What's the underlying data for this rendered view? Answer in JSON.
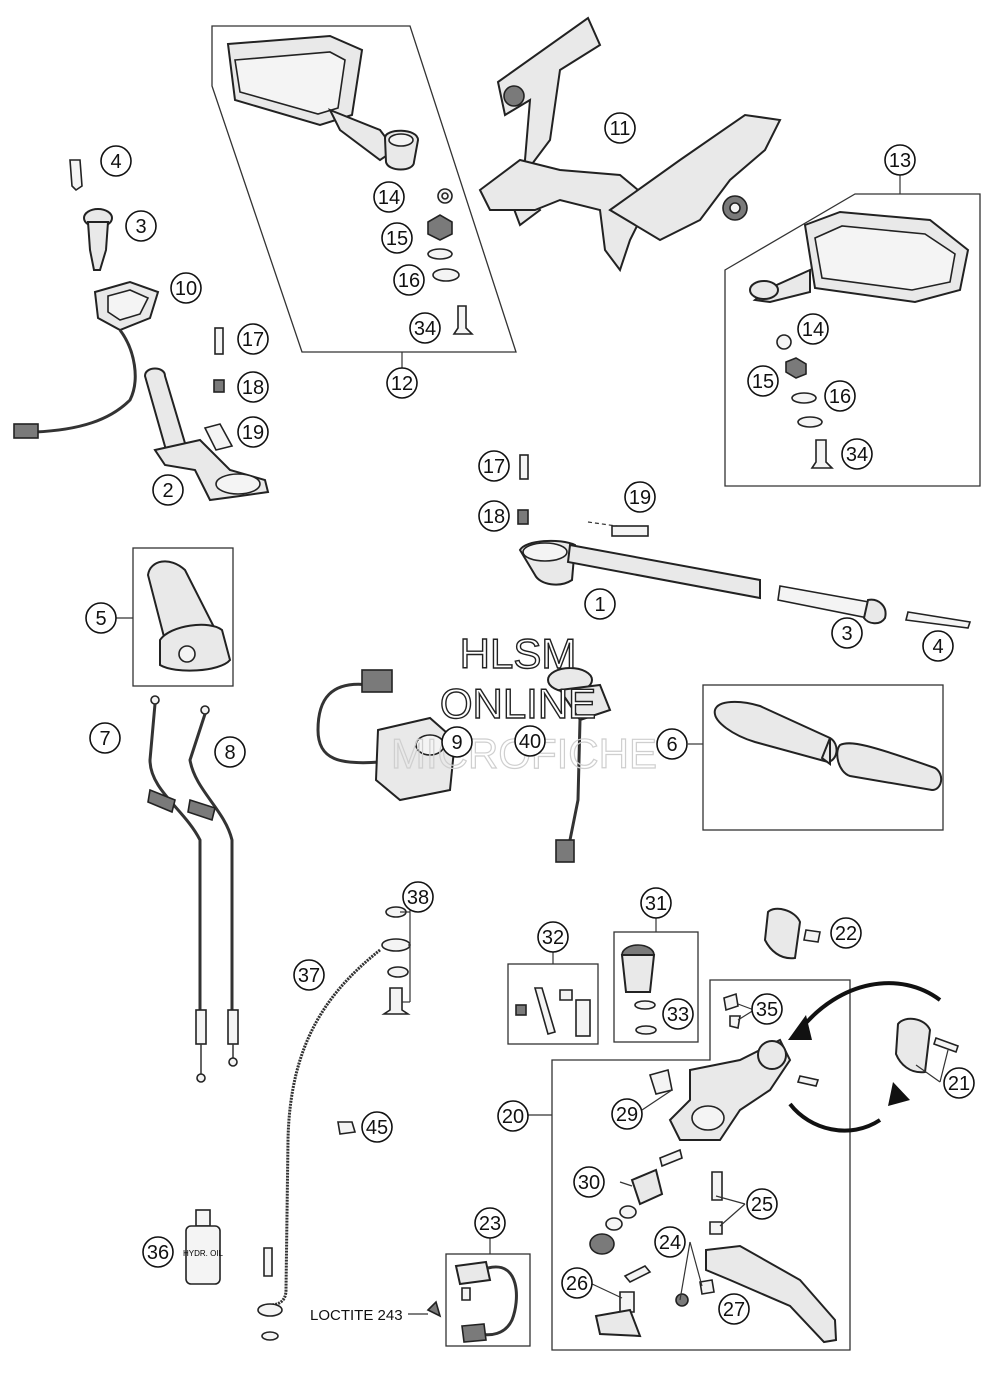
{
  "watermark": {
    "line1": "HLSM",
    "line2": "ONLINE",
    "line3": "MICROFICHE"
  },
  "note": "LOCTITE 243",
  "callouts": [
    {
      "id": "c4a",
      "label": "4"
    },
    {
      "id": "c3a",
      "label": "3"
    },
    {
      "id": "c10",
      "label": "10"
    },
    {
      "id": "c17a",
      "label": "17"
    },
    {
      "id": "c18a",
      "label": "18"
    },
    {
      "id": "c19a",
      "label": "19"
    },
    {
      "id": "c2",
      "label": "2"
    },
    {
      "id": "c14a",
      "label": "14"
    },
    {
      "id": "c15a",
      "label": "15"
    },
    {
      "id": "c16a",
      "label": "16"
    },
    {
      "id": "c34a",
      "label": "34"
    },
    {
      "id": "c12",
      "label": "12"
    },
    {
      "id": "c11",
      "label": "11"
    },
    {
      "id": "c13",
      "label": "13"
    },
    {
      "id": "c14b",
      "label": "14"
    },
    {
      "id": "c15b",
      "label": "15"
    },
    {
      "id": "c16b",
      "label": "16"
    },
    {
      "id": "c34b",
      "label": "34"
    },
    {
      "id": "c17b",
      "label": "17"
    },
    {
      "id": "c18b",
      "label": "18"
    },
    {
      "id": "c19b",
      "label": "19"
    },
    {
      "id": "c1",
      "label": "1"
    },
    {
      "id": "c3b",
      "label": "3"
    },
    {
      "id": "c4b",
      "label": "4"
    },
    {
      "id": "c5",
      "label": "5"
    },
    {
      "id": "c7",
      "label": "7"
    },
    {
      "id": "c8",
      "label": "8"
    },
    {
      "id": "c9",
      "label": "9"
    },
    {
      "id": "c40",
      "label": "40"
    },
    {
      "id": "c6",
      "label": "6"
    },
    {
      "id": "c38",
      "label": "38"
    },
    {
      "id": "c37",
      "label": "37"
    },
    {
      "id": "c32",
      "label": "32"
    },
    {
      "id": "c31",
      "label": "31"
    },
    {
      "id": "c33",
      "label": "33"
    },
    {
      "id": "c22",
      "label": "22"
    },
    {
      "id": "c35",
      "label": "35"
    },
    {
      "id": "c21",
      "label": "21"
    },
    {
      "id": "c20",
      "label": "20"
    },
    {
      "id": "c29",
      "label": "29"
    },
    {
      "id": "c45",
      "label": "45"
    },
    {
      "id": "c30",
      "label": "30"
    },
    {
      "id": "c25",
      "label": "25"
    },
    {
      "id": "c23",
      "label": "23"
    },
    {
      "id": "c24",
      "label": "24"
    },
    {
      "id": "c36",
      "label": "36"
    },
    {
      "id": "c26",
      "label": "26"
    },
    {
      "id": "c27",
      "label": "27"
    }
  ],
  "bottle_label": "HYDR. OIL"
}
